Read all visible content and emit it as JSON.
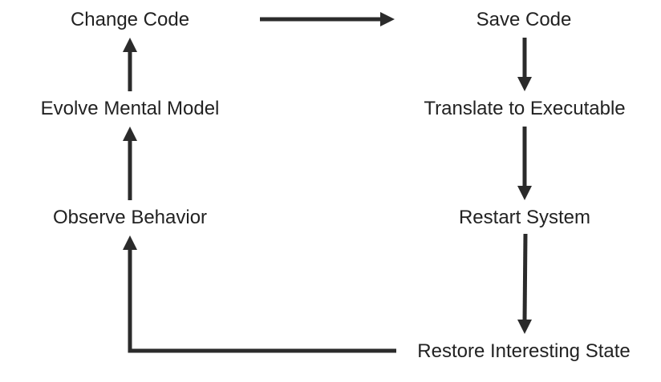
{
  "diagram": {
    "colors": {
      "text": "#222222",
      "arrow": "#2b2b2b",
      "background": "#ffffff"
    },
    "nodes": {
      "change_code": "Change Code",
      "save_code": "Save Code",
      "evolve_mental_model": "Evolve Mental Model",
      "translate_to_executable": "Translate to Executable",
      "observe_behavior": "Observe Behavior",
      "restart_system": "Restart System",
      "restore_interesting_state": "Restore Interesting State"
    },
    "edges": [
      {
        "from": "change_code",
        "to": "save_code"
      },
      {
        "from": "save_code",
        "to": "translate_to_executable"
      },
      {
        "from": "translate_to_executable",
        "to": "restart_system"
      },
      {
        "from": "restart_system",
        "to": "restore_interesting_state"
      },
      {
        "from": "restore_interesting_state",
        "to": "observe_behavior"
      },
      {
        "from": "observe_behavior",
        "to": "evolve_mental_model"
      },
      {
        "from": "evolve_mental_model",
        "to": "change_code"
      }
    ]
  }
}
